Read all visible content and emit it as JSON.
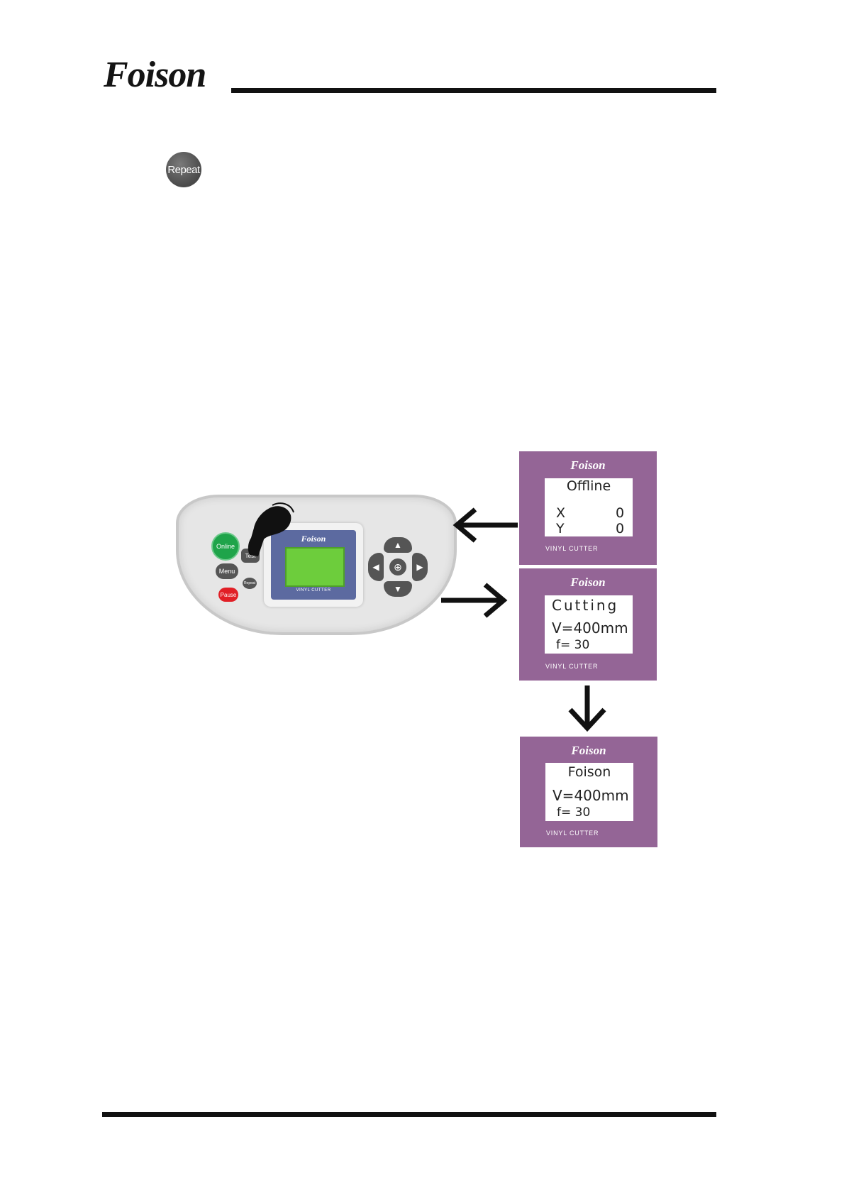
{
  "header": {
    "logo_text": "Foison"
  },
  "repeat_button": {
    "label": "Repeat"
  },
  "control_panel": {
    "brand": "Foison",
    "subtitle": "VINYL CUTTER",
    "buttons": {
      "online": "Online",
      "test": "Test",
      "menu": "Menu",
      "repeat": "Repeat",
      "pause": "Pause"
    }
  },
  "lcd_offline": {
    "brand": "Foison",
    "line1": "Offline",
    "x_label": "X",
    "x_value": "0",
    "y_label": "Y",
    "y_value": "0",
    "subtitle": "VINYL CUTTER"
  },
  "lcd_cutting": {
    "brand": "Foison",
    "line1": "Cutting",
    "line2": "V=400mm",
    "line3": "f= 30",
    "subtitle": "VINYL CUTTER"
  },
  "lcd_foison": {
    "brand": "Foison",
    "line1": "Foison",
    "line2": "V=400mm",
    "line3": "f= 30",
    "subtitle": "VINYL CUTTER"
  },
  "colors": {
    "lcd_box": "#946596",
    "online": "#1fa44a",
    "pause": "#e11f26",
    "panel_screen": "#5c6aa0",
    "panel_lcd": "#6dcd3c"
  }
}
